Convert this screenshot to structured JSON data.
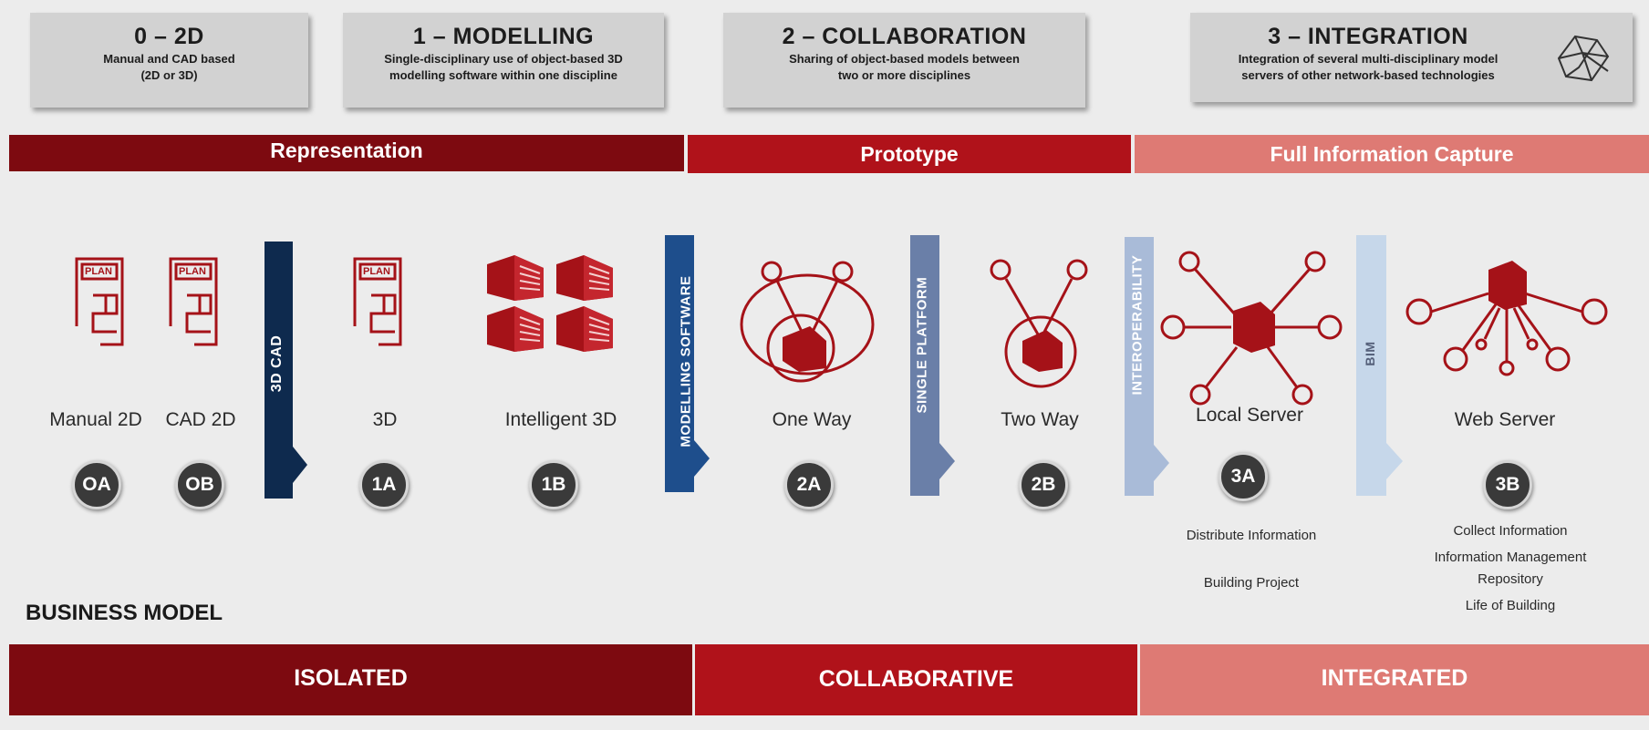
{
  "stages": [
    {
      "title": "0 – 2D",
      "desc": [
        "Manual and CAD based",
        "(2D or 3D)"
      ]
    },
    {
      "title": "1 – MODELLING",
      "desc": [
        "Single-disciplinary use of object-based 3D",
        "modelling software within one discipline"
      ]
    },
    {
      "title": "2 – COLLABORATION",
      "desc": [
        "Sharing of object-based models between",
        "two or more disciplines"
      ]
    },
    {
      "title": "3 – INTEGRATION",
      "desc": [
        "Integration of several multi-disciplinary model",
        "servers of other network-based technologies"
      ]
    }
  ],
  "phases": [
    "Representation",
    "Prototype",
    "Full Information Capture"
  ],
  "arrows": [
    "3D CAD",
    "MODELLING SOFTWARE",
    "SINGLE PLATFORM",
    "INTEROPERABILITY",
    "BIM"
  ],
  "items": [
    {
      "label": "Manual 2D",
      "code": "OA",
      "icon_label": "PLAN"
    },
    {
      "label": "CAD 2D",
      "code": "OB",
      "icon_label": "PLAN"
    },
    {
      "label": "3D",
      "code": "1A",
      "icon_label": "PLAN"
    },
    {
      "label": "Intelligent 3D",
      "code": "1B"
    },
    {
      "label": "One Way",
      "code": "2A"
    },
    {
      "label": "Two Way",
      "code": "2B"
    },
    {
      "label": "Local Server",
      "code": "3A"
    },
    {
      "label": "Web Server",
      "code": "3B"
    }
  ],
  "notes_3a": [
    "Distribute Information",
    "Building Project"
  ],
  "notes_3b": [
    "Collect Information",
    "Information Management",
    "Repository",
    "Life of Building"
  ],
  "business_model": "BUSINESS MODEL",
  "categories": [
    "ISOLATED",
    "COLLABORATIVE",
    "INTEGRATED"
  ],
  "colors": {
    "dark_red": "#7d0a10",
    "red": "#b0121a",
    "salmon": "#de7a74",
    "navy": "#0e2a4e",
    "blue": "#1e4e8c",
    "slate": "#6a7fa8",
    "light_blue": "#a9bbd8",
    "pale_blue": "#c6d7ea"
  }
}
